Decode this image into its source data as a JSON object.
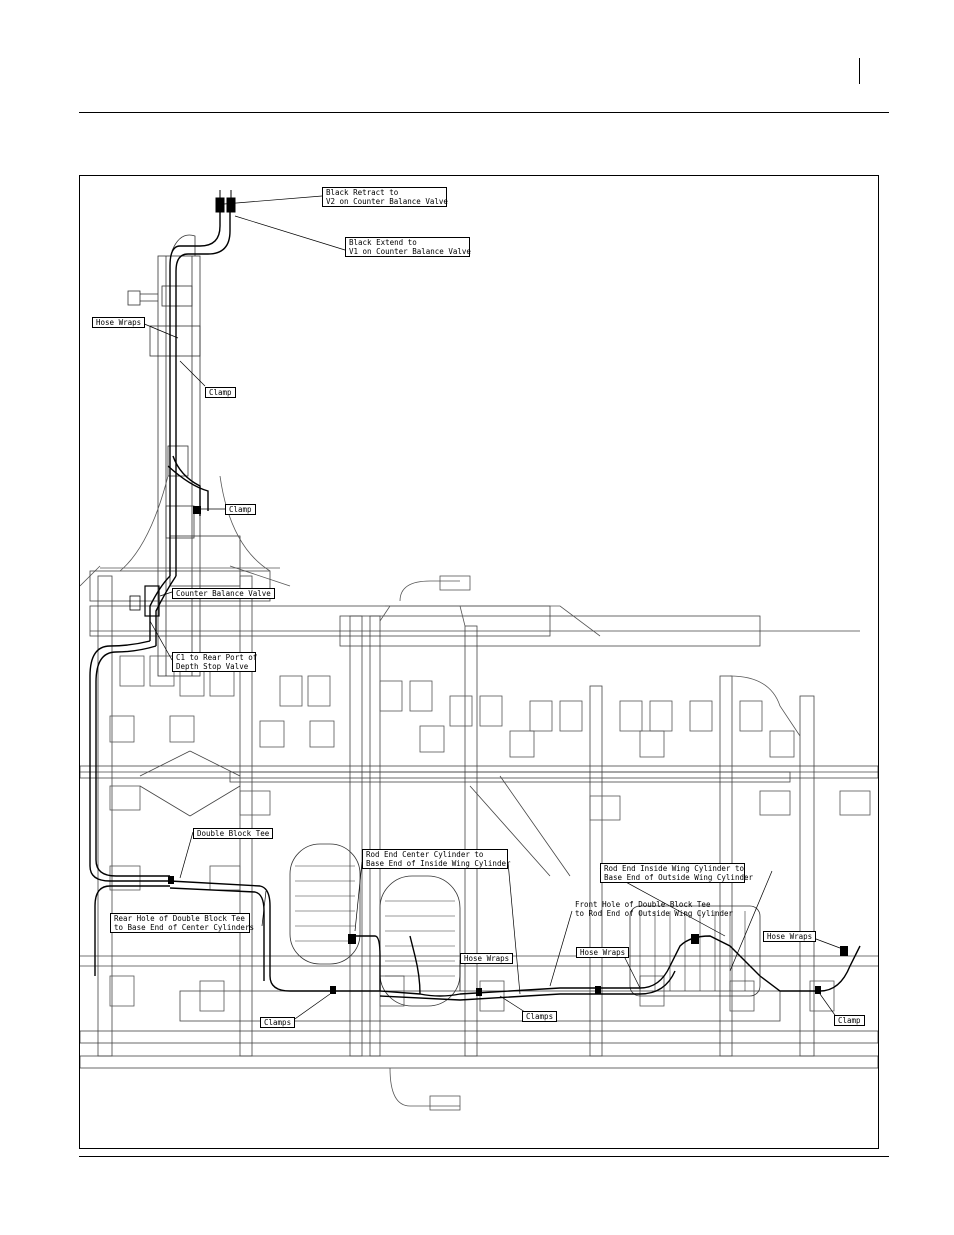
{
  "callouts": [
    {
      "id": "black-retract",
      "lines": [
        "Black Retract to",
        "V2 on Counter Balance Valve"
      ]
    },
    {
      "id": "black-extend",
      "lines": [
        "Black Extend to",
        "V1 on Counter Balance Valve"
      ]
    },
    {
      "id": "hose-wraps-top",
      "lines": [
        "Hose Wraps"
      ]
    },
    {
      "id": "clamp-upper",
      "lines": [
        "Clamp"
      ]
    },
    {
      "id": "clamp-middle",
      "lines": [
        "Clamp"
      ]
    },
    {
      "id": "counter-balance-valve",
      "lines": [
        "Counter Balance Valve"
      ]
    },
    {
      "id": "c1-rear-port",
      "lines": [
        "C1 to Rear Port of",
        "Depth Stop Valve"
      ]
    },
    {
      "id": "double-block-tee",
      "lines": [
        "Double Block Tee"
      ]
    },
    {
      "id": "rod-end-center",
      "lines": [
        "Rod End Center Cylinder to",
        "Base End of Inside Wing Cylinder"
      ]
    },
    {
      "id": "rod-end-inside-wing",
      "lines": [
        "Rod End Inside Wing Cylinder to",
        "Base End of Outside Wing Cylinder"
      ]
    },
    {
      "id": "front-hole-tee",
      "lines": [
        "Front Hole of Double Block Tee",
        "to Rod End of Outside Wing Cylinder"
      ]
    },
    {
      "id": "rear-hole-tee",
      "lines": [
        "Rear Hole of Double Block Tee",
        "to Base End of Center Cylinders"
      ]
    },
    {
      "id": "hose-wraps-center",
      "lines": [
        "Hose Wraps"
      ]
    },
    {
      "id": "hose-wraps-right-center",
      "lines": [
        "Hose Wraps"
      ]
    },
    {
      "id": "hose-wraps-right",
      "lines": [
        "Hose Wraps"
      ]
    },
    {
      "id": "clamps-left",
      "lines": [
        "Clamps"
      ]
    },
    {
      "id": "clamps-center",
      "lines": [
        "Clamps"
      ]
    },
    {
      "id": "clamp-right",
      "lines": [
        "Clamp"
      ]
    }
  ]
}
